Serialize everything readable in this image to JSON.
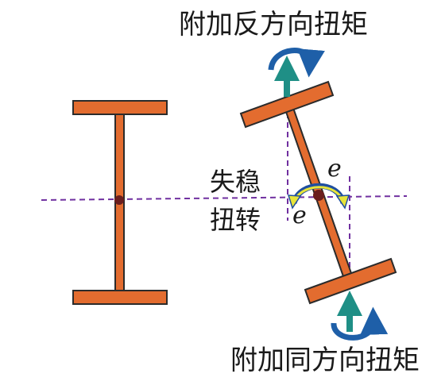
{
  "labels": {
    "top_caption": "附加反方向扭矩",
    "bottom_caption": "附加同方向扭矩",
    "buckling_line1": "失稳",
    "buckling_line2": "扭转",
    "e_upper": "e",
    "e_lower": "e"
  },
  "colors": {
    "beam_fill": "#e36c2f",
    "beam_stroke": "#2b2b2b",
    "center_dot": "#6b1e1e",
    "dashed": "#7030a0",
    "arrow_teal": "#1f8f86",
    "arrow_blue": "#1e5fa8",
    "arc_yellow": "#e7e43a",
    "arc_blue": "#1f4fa0"
  },
  "icons": {
    "top_moment": "curved-arrow-icon",
    "bottom_moment": "curved-arrow-icon",
    "center_moment": "curved-arrow-icon"
  }
}
